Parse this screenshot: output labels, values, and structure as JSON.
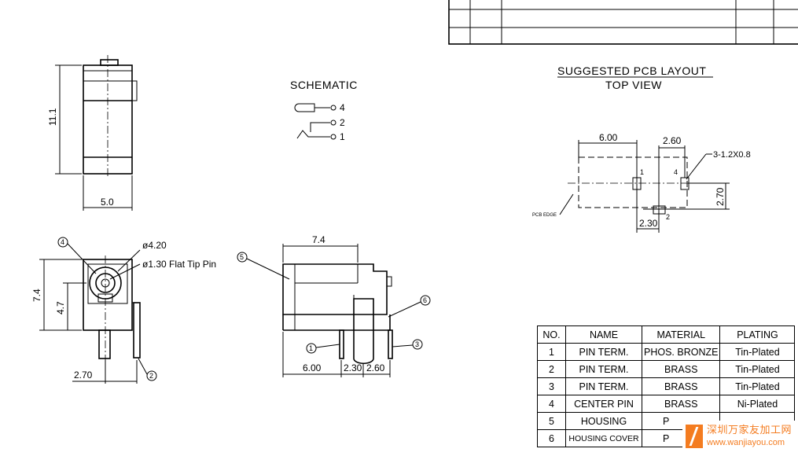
{
  "schematic": {
    "title": "SCHEMATIC",
    "pins": [
      "4",
      "2",
      "1"
    ]
  },
  "front_view": {
    "height_dim": "11.1",
    "width_dim": "5.0"
  },
  "bottom_view": {
    "height_dim": "7.4",
    "center_dim": "4.7",
    "offset_dim": "2.70",
    "callout_outer": "ø4.20",
    "callout_inner": "ø1.30 Flat Tip Pin",
    "balloons": [
      "4",
      "2"
    ]
  },
  "side_view": {
    "top_dim": "7.4",
    "dims_bottom": [
      "6.00",
      "2.30",
      "2.60"
    ],
    "balloons": [
      "5",
      "6",
      "1",
      "3"
    ]
  },
  "pcb_layout": {
    "title": "SUGGESTED PCB LAYOUT",
    "subtitle": "TOP VIEW",
    "dims": {
      "a": "6.00",
      "b": "2.60",
      "c": "2.70",
      "d": "2.30"
    },
    "hole_note": "3-1.2X0.8",
    "edge_label": "PCB EDGE",
    "pin_labels": [
      "1",
      "4",
      "2"
    ]
  },
  "bom": {
    "headers": [
      "NO.",
      "NAME",
      "MATERIAL",
      "PLATING"
    ],
    "rows": [
      {
        "no": "1",
        "name": "PIN TERM.",
        "material": "PHOS. BRONZE",
        "plating": "Tin-Plated"
      },
      {
        "no": "2",
        "name": "PIN TERM.",
        "material": "BRASS",
        "plating": "Tin-Plated"
      },
      {
        "no": "3",
        "name": "PIN TERM.",
        "material": "BRASS",
        "plating": "Tin-Plated"
      },
      {
        "no": "4",
        "name": "CENTER PIN",
        "material": "BRASS",
        "plating": "Ni-Plated"
      },
      {
        "no": "5",
        "name": "HOUSING",
        "material": "P",
        "plating": ""
      },
      {
        "no": "6",
        "name": "HOUSING COVER",
        "material": "P",
        "plating": ""
      }
    ]
  },
  "watermark": {
    "cn": "深圳万家友加工网",
    "url": "www.wanjiayou.com",
    "color": "#f47c20"
  }
}
